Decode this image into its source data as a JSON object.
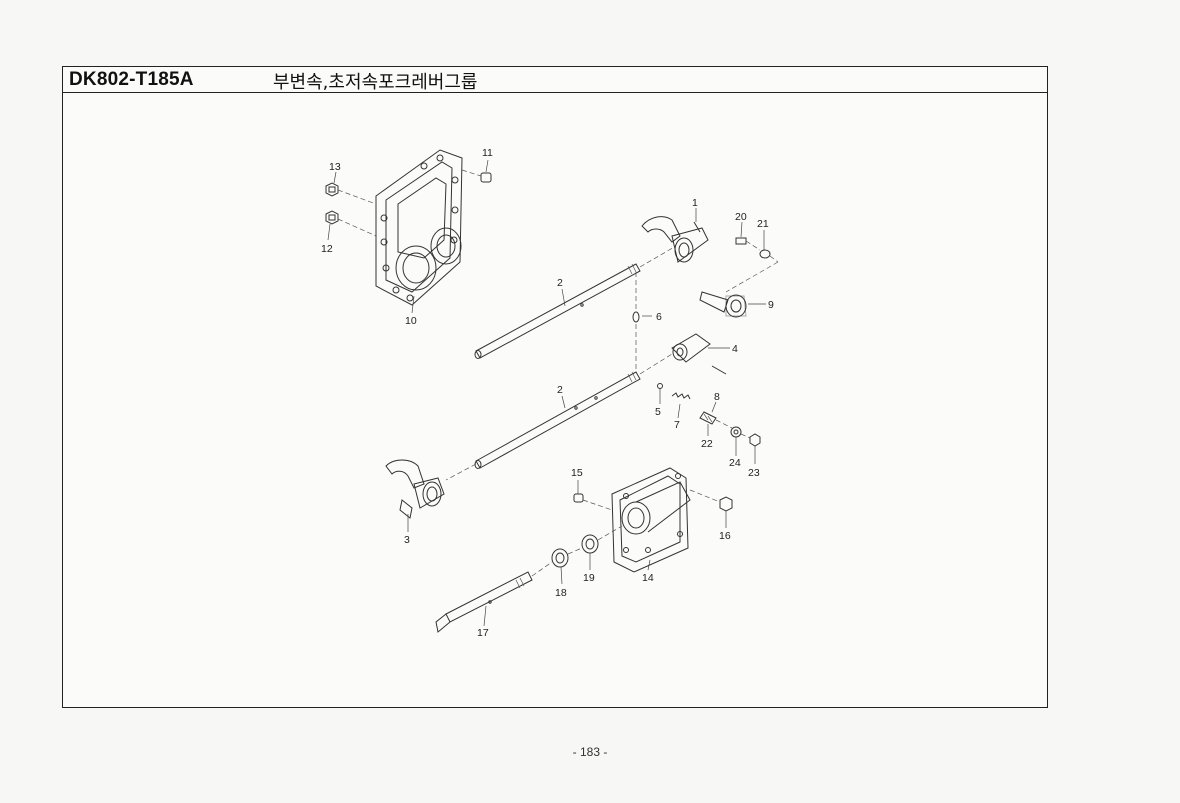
{
  "header": {
    "model_code": "DK802-T185A",
    "group_title": "부변속,초저속포크레버그룹"
  },
  "page_number": "- 183 -",
  "callouts": [
    "1",
    "2",
    "2",
    "3",
    "4",
    "5",
    "6",
    "7",
    "8",
    "9",
    "10",
    "11",
    "12",
    "13",
    "14",
    "15",
    "16",
    "17",
    "18",
    "19",
    "20",
    "21",
    "22",
    "23",
    "24"
  ]
}
